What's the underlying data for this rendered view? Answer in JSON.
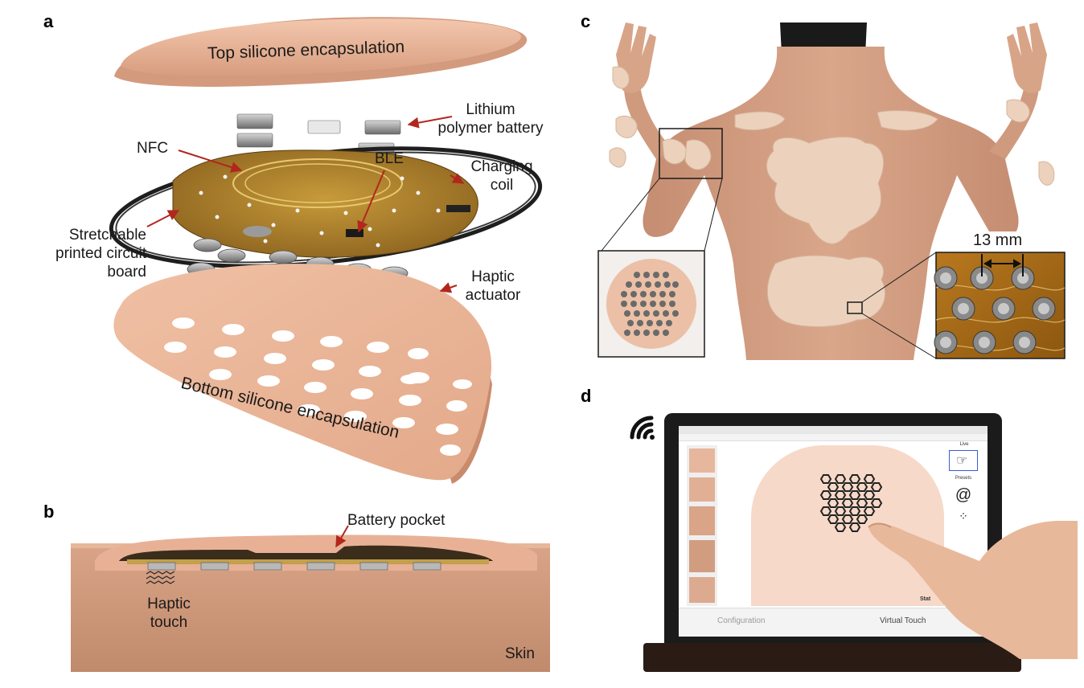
{
  "panels": {
    "a": "a",
    "b": "b",
    "c": "c",
    "d": "d"
  },
  "panel_a": {
    "top_layer": "Top silicone encapsulation",
    "bottom_layer": "Bottom silicone encapsulation",
    "battery": [
      "Lithium",
      "polymer battery"
    ],
    "nfc": "NFC",
    "ble": "BLE",
    "coil": [
      "Charging",
      "coil"
    ],
    "pcb": [
      "Stretchable",
      "printed circuit",
      "board"
    ],
    "actuator": [
      "Haptic",
      "actuator"
    ]
  },
  "panel_b": {
    "pocket": "Battery pocket",
    "touch": [
      "Haptic",
      "touch"
    ],
    "skin": "Skin"
  },
  "panel_c": {
    "spacing": "13 mm"
  },
  "panel_d": {
    "live": "Live",
    "presets": "Presets",
    "config_tab": "Configuration",
    "touch_tab": "Virtual Touch",
    "status": "Stat",
    "icons": {
      "wireless": "wifi-icon",
      "live": "hand-touch-icon",
      "preset": "spiral-icon"
    }
  }
}
